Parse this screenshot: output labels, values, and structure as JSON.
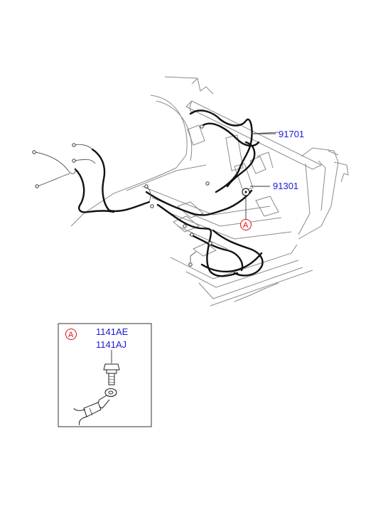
{
  "labels": {
    "part_91701": "91701",
    "part_91301": "91301",
    "callout_main": "A",
    "callout_detail": "A",
    "detail_part_1": "1141AE",
    "detail_part_2": "1141AJ"
  },
  "colors": {
    "part_label": "#1a1ad6",
    "callout": "#e01010",
    "harness": "#111111",
    "body_outline": "#8a8a8a"
  }
}
